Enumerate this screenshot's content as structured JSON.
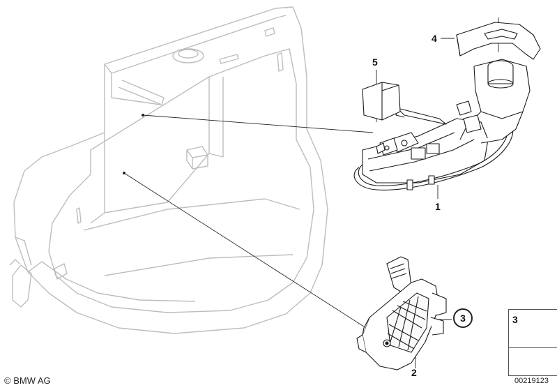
{
  "callouts": {
    "part1": "1",
    "part2": "2",
    "part3": "3",
    "part4": "4",
    "part5": "5"
  },
  "legend": {
    "part": "3"
  },
  "footer": {
    "copyright": "© BMW AG",
    "doc_number": "00219123"
  }
}
